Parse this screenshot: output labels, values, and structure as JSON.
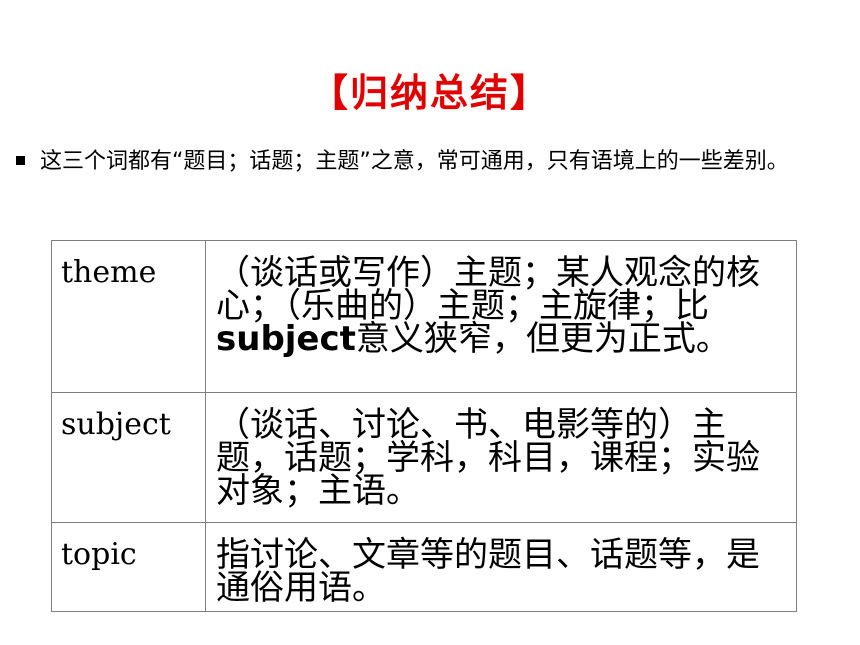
{
  "title": "【归纳总结】",
  "bullet": "这三个词都有“题目；话题；主题”之意，常可通用，只有语境上的一些差别。",
  "rows": [
    {
      "word": "theme",
      "desc_before": "（谈话或写作）主题；某人观念的核心；（乐曲的）主题；主旋律；比",
      "desc_em": "subject",
      "desc_after": "意义狭窄，但更为正式。"
    },
    {
      "word": "subject",
      "desc": "（谈话、讨论、书、电影等的）主题，话题；学科，科目，课程；实验对象；主语。"
    },
    {
      "word": "topic",
      "desc": "指讨论、文章等的题目、话题等，是通俗用语。"
    }
  ]
}
